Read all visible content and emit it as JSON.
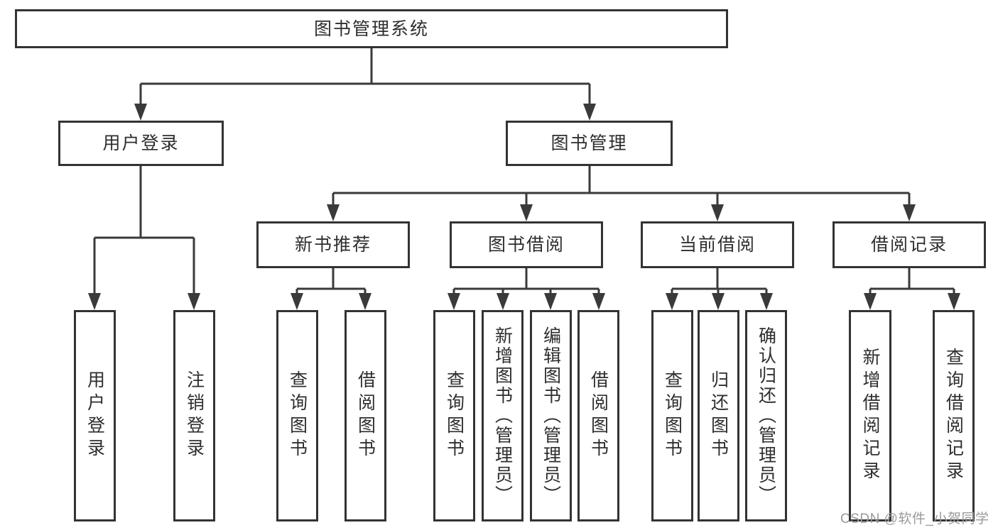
{
  "diagram": {
    "title": "图书管理系统",
    "nodes": {
      "root": {
        "label": "图书管理系统"
      },
      "user_login": {
        "label": "用户登录"
      },
      "book_mgmt": {
        "label": "图书管理"
      },
      "new_book_rec": {
        "label": "新书推荐"
      },
      "book_borrow": {
        "label": "图书借阅"
      },
      "current_borrow": {
        "label": "当前借阅"
      },
      "borrow_records": {
        "label": "借阅记录"
      },
      "leaf_user_login": {
        "label": "用户登录"
      },
      "leaf_logout": {
        "label": "注销登录"
      },
      "rec_query_books": {
        "label": "查询图书"
      },
      "rec_borrow_books": {
        "label": "借阅图书"
      },
      "bb_query_books": {
        "label": "查询图书"
      },
      "bb_add_books": {
        "label": "新增图书（管理员）"
      },
      "bb_edit_books": {
        "label": "编辑图书（管理员）"
      },
      "bb_borrow_books": {
        "label": "借阅图书"
      },
      "cb_query_books": {
        "label": "查询图书"
      },
      "cb_return_books": {
        "label": "归还图书"
      },
      "cb_confirm_return": {
        "label": "确认归还（管理员）"
      },
      "br_add_record": {
        "label": "新增借阅记录"
      },
      "br_query_record": {
        "label": "查询借阅记录"
      }
    },
    "watermark": "CSDN @软件_小贺同学",
    "colors": {
      "line": "#3a3a3a",
      "text": "#2e2e2e",
      "box_border": "#333333",
      "background": "#ffffff",
      "watermark": "#9a9a9a"
    }
  }
}
